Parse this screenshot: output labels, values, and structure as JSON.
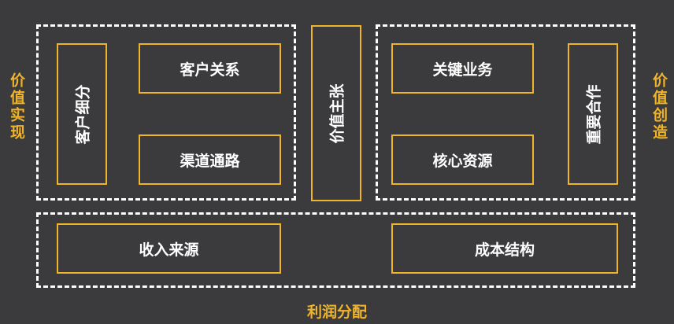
{
  "colors": {
    "background": "#3b3b3e",
    "accent": "#f0b429",
    "text": "#ffffff",
    "dash": "#ffffff"
  },
  "labels": {
    "left_side": "价值实现",
    "right_side": "价值创造",
    "bottom": "利润分配"
  },
  "blocks": {
    "customer_segments": "客户细分",
    "customer_relationships": "客户关系",
    "channels": "渠道通路",
    "value_proposition": "价值主张",
    "key_activities": "关键业务",
    "key_resources": "核心资源",
    "key_partnerships": "重要合作",
    "revenue_streams": "收入来源",
    "cost_structure": "成本结构"
  }
}
